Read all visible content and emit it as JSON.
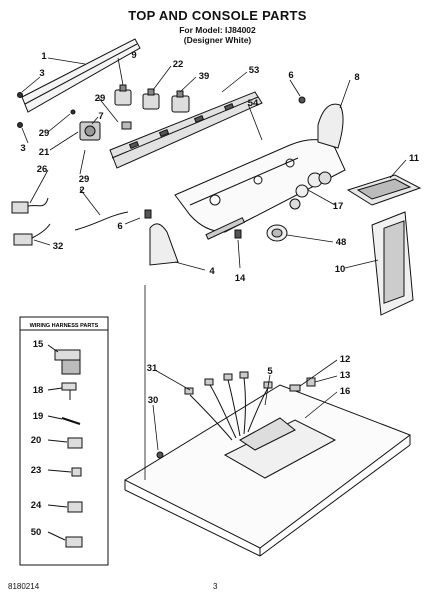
{
  "header": {
    "title": "TOP AND CONSOLE PARTS",
    "model_line": "For Model: IJ84002",
    "variant_line": "(Designer White)"
  },
  "legend": {
    "title": "WIRING HARNESS PARTS",
    "items": [
      "15",
      "18",
      "19",
      "20",
      "23",
      "24",
      "50"
    ]
  },
  "callouts": {
    "c1": "1",
    "c2": "2",
    "c3a": "3",
    "c3b": "3",
    "c4": "4",
    "c5": "5",
    "c6a": "6",
    "c6b": "6",
    "c7": "7",
    "c8": "8",
    "c9": "9",
    "c10": "10",
    "c11": "11",
    "c12": "12",
    "c13": "13",
    "c14": "14",
    "c16": "16",
    "c17": "17",
    "c21": "21",
    "c22": "22",
    "c26": "26",
    "c29a": "29",
    "c29b": "29",
    "c29c": "29",
    "c30": "30",
    "c31": "31",
    "c32": "32",
    "c39": "39",
    "c48": "48",
    "c53": "53",
    "c54": "54"
  },
  "footer": {
    "doc_number": "8180214",
    "page_number": "3"
  }
}
